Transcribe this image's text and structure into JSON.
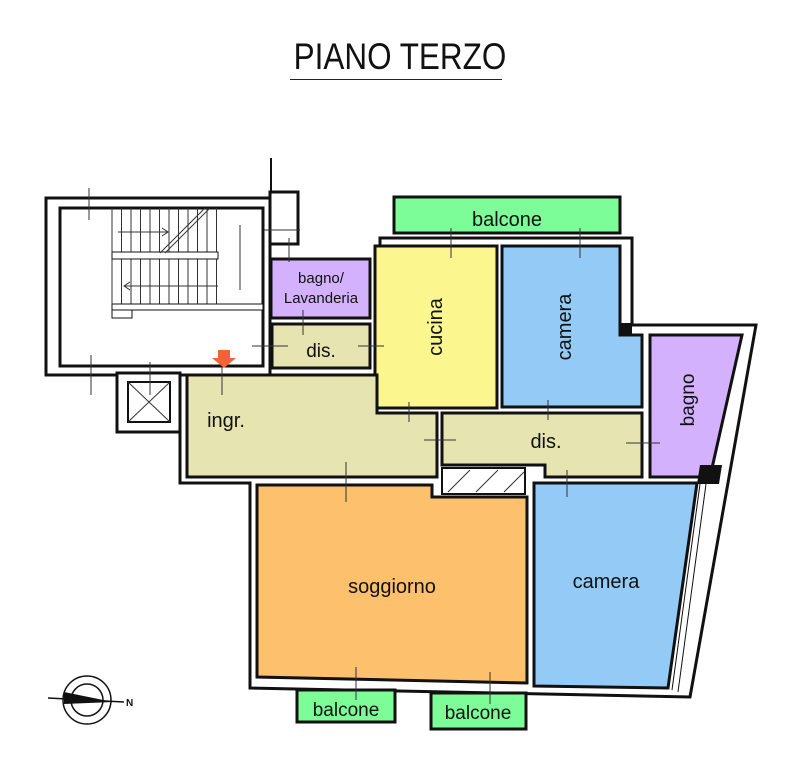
{
  "title": "PIANO TERZO",
  "rooms": {
    "balcone_top": "balcone",
    "bagno_lavanderia_1": "bagno/",
    "bagno_lavanderia_2": "Lavanderia",
    "dis_small": "dis.",
    "cucina": "cucina",
    "camera_top": "camera",
    "bagno": "bagno",
    "ingr": "ingr.",
    "dis_middle": "dis.",
    "soggiorno": "soggiorno",
    "camera_bottom": "camera",
    "balcone_bottom_left": "balcone",
    "balcone_bottom_right": "balcone"
  },
  "compass": {
    "label": "N"
  },
  "colors": {
    "balcone": "#7dfd97",
    "cucina": "#fbf68e",
    "camera": "#93cbf6",
    "bagno": "#d3b1fc",
    "dis": "#e6e4b0",
    "soggiorno": "#fdc06d",
    "entrance_arrow": "#f4623a"
  }
}
